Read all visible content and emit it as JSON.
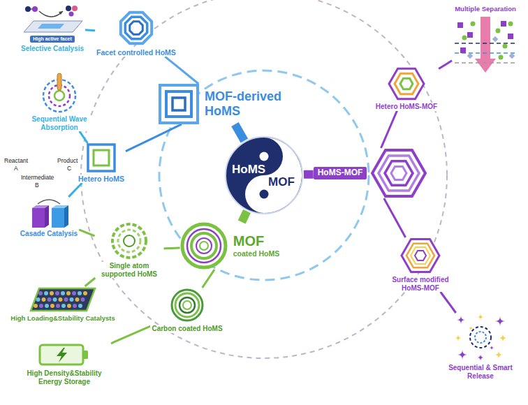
{
  "diagram": {
    "nodes": [
      {
        "text": [
          "HoMS",
          "MOF"
        ]
      },
      {
        "text": [
          "MOF-derived HoMS"
        ]
      },
      {
        "text": [
          "Facet controlled HoMS"
        ]
      },
      {
        "text": [
          "High active facet",
          "Selective Catalysis"
        ]
      },
      {
        "text": [
          "Hetero HoMS"
        ]
      },
      {
        "text": [
          "Sequential Wave Absorption"
        ]
      },
      {
        "text": [
          "Casade Catalysis"
        ]
      },
      {
        "text": [
          "MOF",
          "coated HoMS"
        ]
      },
      {
        "text": [
          "Single atom supported HoMS"
        ]
      },
      {
        "text": [
          "High Loading&Stability Catalysts"
        ]
      },
      {
        "text": [
          "Carbon coated HoMS"
        ]
      },
      {
        "text": [
          "High Density&Stability Energy Storage"
        ]
      },
      {
        "text": [
          "HoMS-MOF"
        ]
      },
      {
        "text": [
          "Hetero HoMS-MOF"
        ]
      },
      {
        "text": [
          "Multiple Separation"
        ]
      },
      {
        "text": [
          "Surface modified HoMS-MOF"
        ]
      },
      {
        "text": [
          "Sequential & Smart Release"
        ]
      }
    ],
    "edges": [
      {
        "from": 0,
        "to": 1,
        "arrow": "none"
      },
      {
        "from": 1,
        "to": 2,
        "arrow": "none"
      },
      {
        "from": 2,
        "to": 3,
        "arrow": "none"
      },
      {
        "from": 1,
        "to": 4,
        "arrow": "none"
      },
      {
        "from": 4,
        "to": 5,
        "arrow": "none"
      },
      {
        "from": 4,
        "to": 6,
        "arrow": "none"
      },
      {
        "from": 0,
        "to": 7,
        "arrow": "none"
      },
      {
        "from": 7,
        "to": 8,
        "arrow": "none"
      },
      {
        "from": 8,
        "to": 6,
        "arrow": "none"
      },
      {
        "from": 8,
        "to": 9,
        "arrow": "none"
      },
      {
        "from": 7,
        "to": 10,
        "arrow": "none"
      },
      {
        "from": 10,
        "to": 11,
        "arrow": "none"
      },
      {
        "from": 0,
        "to": 12,
        "arrow": "none"
      },
      {
        "from": 12,
        "to": 13,
        "arrow": "none"
      },
      {
        "from": 13,
        "to": 14,
        "arrow": "none"
      },
      {
        "from": 12,
        "to": 15,
        "arrow": "none"
      },
      {
        "from": 15,
        "to": 16,
        "arrow": "none"
      }
    ],
    "labels": [
      "Reactant",
      "A",
      "Intermediate",
      "B",
      "Product",
      "C"
    ]
  }
}
